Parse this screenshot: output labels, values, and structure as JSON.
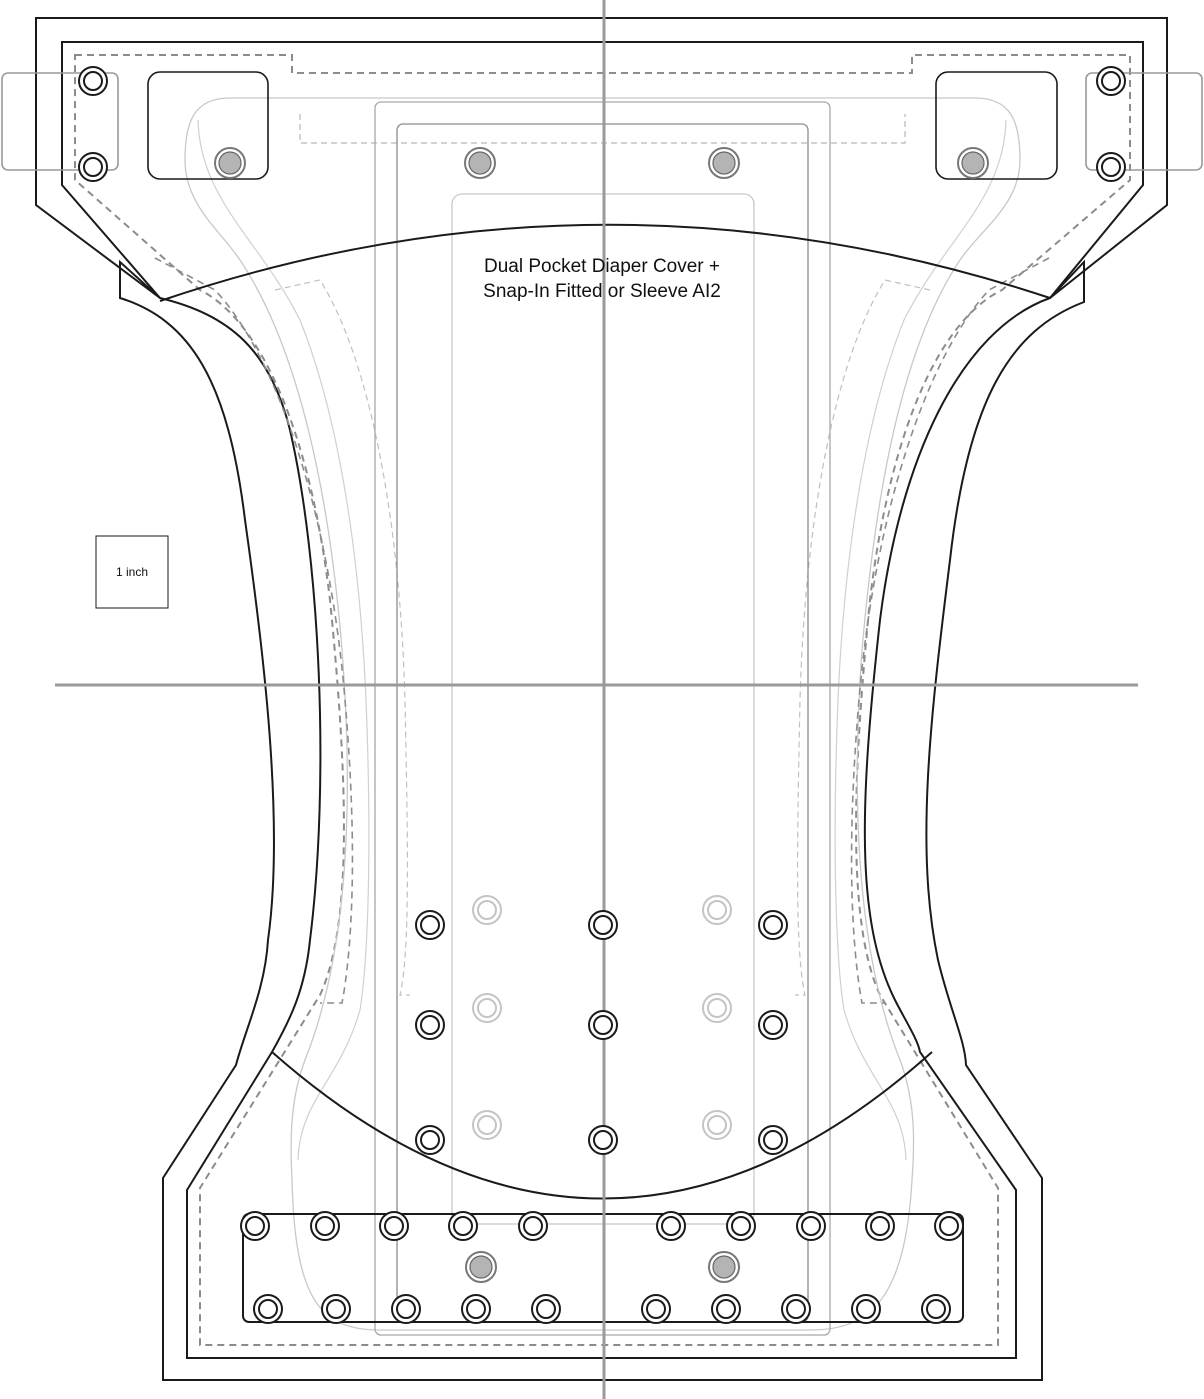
{
  "title": {
    "line1": "Dual Pocket Diaper Cover +",
    "line2": "Snap-In Fitted or Sleeve AI2"
  },
  "scale_box": {
    "label": "1 inch"
  },
  "colors": {
    "outline": "#1a1a1a",
    "seam_dashed": "#8c8c8c",
    "light_outline": "#c4c4c4",
    "guide_line": "#9a9a9a",
    "snap_fill": "#b4b4b4"
  }
}
